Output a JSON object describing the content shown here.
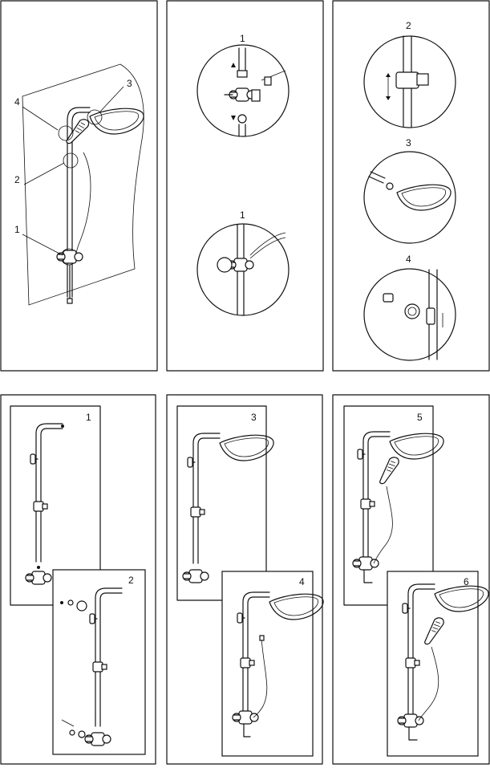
{
  "callouts": {
    "p1": [
      "4",
      "3",
      "2",
      "1"
    ],
    "p2": [
      "1",
      "1"
    ],
    "p3": [
      "2",
      "3",
      "4"
    ],
    "p4": [
      "1",
      "2"
    ],
    "p5": [
      "3",
      "4"
    ],
    "p6": [
      "5",
      "6"
    ]
  }
}
